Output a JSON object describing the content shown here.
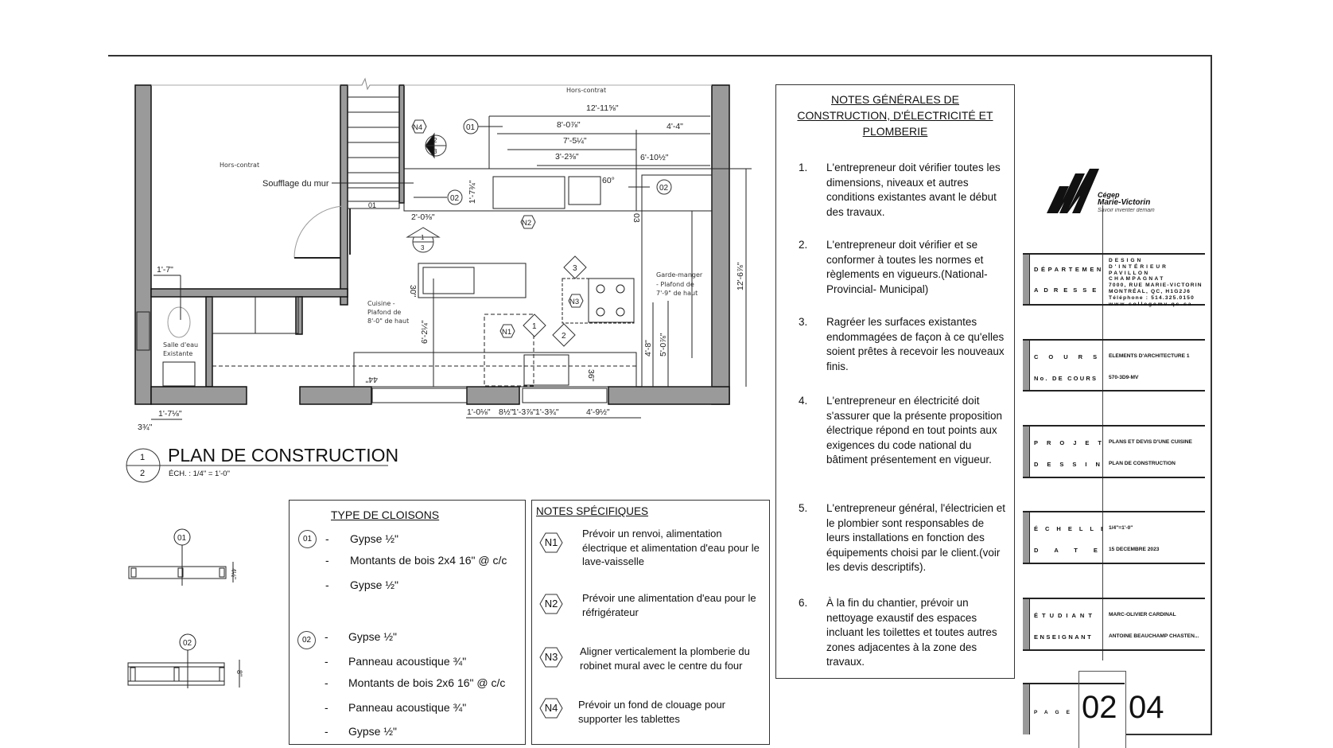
{
  "view_title": {
    "title": "PLAN DE CONSTRUCTION",
    "scale": "ÉCH. : 1/4\" = 1'-0\"",
    "detail_number": "1",
    "sheet_number": "2"
  },
  "plan": {
    "labels": {
      "hors_contrat_left": "Hors-contrat",
      "hors_contrat_top": "Hors-contrat",
      "soufflage": "Soufflage du mur",
      "salle_eau_1": "Salle d'eau",
      "salle_eau_2": "Existante",
      "cuisine_1": "Cuisine -",
      "cuisine_2": "Plafond de",
      "cuisine_3": "8'-0\" de haut",
      "garde_1": "Garde-manger",
      "garde_2": "- Plafond de",
      "garde_3": "7'-9\" de haut"
    },
    "dimensions": {
      "d_12_11": "12'-11⅝\"",
      "d_8_0": "8'-0⅞\"",
      "d_4_4": "4'-4\"",
      "d_7_5": "7'-5¼\"",
      "d_3_2": "3'-2⅜\"",
      "d_6_10": "6'-10½\"",
      "d_60": "60°",
      "d_2_0": "2'-0⅜\"",
      "d_1_7_34": "1'-7¾\"",
      "d_1_7": "1'-7\"",
      "d_30": "30\"",
      "d_6_2": "6'-2¼\"",
      "d_12_6": "12'-6⅞\"",
      "d_4_8": "4'-8\"",
      "d_5_0": "5'-0⅞\"",
      "d_36": "36\"",
      "d_44": "44\"",
      "d_1_7_18": "1'-7⅛\"",
      "d_3_34": "3¾\"",
      "d_1_0": "1'-0⅛\"",
      "d_8_12": "8½\"",
      "d_1_3_78": "1'-3⅞\"",
      "d_1_3_34": "1'-3¾\"",
      "d_4_9": "4'-9½\"",
      "d_03": "03"
    },
    "tags": {
      "wall_01": "01",
      "wall_02": "02",
      "n1": "N1",
      "n2": "N2",
      "n3": "N3",
      "n4": "N4",
      "elev_1": "1",
      "elev_2": "2",
      "elev_3": "3",
      "sect_a_top": "2",
      "sect_a_bot": "3",
      "sect_b_top": "1",
      "sect_b_bot": "3"
    }
  },
  "wall_details": [
    {
      "tag": "01",
      "dim": "4½\""
    },
    {
      "tag": "02",
      "dim": "8\""
    }
  ],
  "partitions": {
    "title": "TYPE DE CLOISONS",
    "types": [
      {
        "tag": "01",
        "layers": [
          "Gypse ½\"",
          "Montants de bois 2x4 16\" @ c/c",
          "Gypse ½\""
        ]
      },
      {
        "tag": "02",
        "layers": [
          "Gypse ½\"",
          "Panneau acoustique ¾\"",
          "Montants de bois 2x6 16\" @ c/c",
          "Panneau acoustique ¾\"",
          "Gypse ½\""
        ]
      }
    ],
    "dash": "-"
  },
  "specific_notes": {
    "title": "NOTES SPÉCIFIQUES",
    "items": [
      {
        "tag": "N1",
        "text": "Prévoir un renvoi, alimentation électrique et alimentation d'eau pour le lave-vaisselle"
      },
      {
        "tag": "N2",
        "text": "Prévoir une alimentation d'eau pour le réfrigérateur"
      },
      {
        "tag": "N3",
        "text": "Aligner verticalement la plomberie du robinet mural avec le centre du four"
      },
      {
        "tag": "N4",
        "text": "Prévoir un fond de clouage pour supporter les tablettes"
      }
    ]
  },
  "general_notes": {
    "title": "NOTES GÉNÉRALES DE CONSTRUCTION, D'ÉLECTRICITÉ ET PLOMBERIE",
    "items": [
      {
        "num": "1.",
        "text": "L'entrepreneur doit vérifier toutes les dimensions, niveaux et autres conditions existantes avant le début des travaux."
      },
      {
        "num": "2.",
        "text": "L'entrepreneur doit vérifier et se conformer à toutes les normes et règlements en vigueurs.(National-Provincial- Municipal)"
      },
      {
        "num": "3.",
        "text": "Ragréer les surfaces existantes endommagées de façon à ce qu'elles soient prêtes à recevoir les nouveaux finis."
      },
      {
        "num": "4.",
        "text": "L'entrepreneur en électricité doit s'assurer que la présente proposition électrique répond en tout points aux exigences du code national du bâtiment présentement en vigueur."
      },
      {
        "num": "5.",
        "text": "L'entrepreneur général, l'électricien et le plombier sont responsables de leurs installations en fonction des équipements choisi par le client.(voir les devis descriptifs)."
      },
      {
        "num": "6.",
        "text": "À la fin du chantier, prévoir un nettoyage exaustif des espaces incluant les toilettes et toutes autres zones adjacentes à la zone des travaux."
      }
    ]
  },
  "title_block": {
    "logo": {
      "line1": "Cégep",
      "line2": "Marie-Victorin",
      "tagline": "Savoir inventer demain"
    },
    "departement_label": "DÉPARTEMENT",
    "adresse_label": "ADRESSE",
    "departement_value": "DESIGN D'INTÉRIEUR",
    "address_lines": [
      "PAVILLON CHAMPAGNAT",
      "7000, RUE MARIE-VICTORIN",
      "MONTRÉAL, QC, H1G2J6",
      "Téléphone : 514.325.0150",
      "www.collegemv.qc.ca"
    ],
    "cours_label": "COURS",
    "cours_value": "ÉLÉMENTS D'ARCHITECTURE 1",
    "no_cours_label": "No. DE COURS",
    "no_cours_value": "570-3D9-MV",
    "projet_label": "PROJET",
    "projet_value": "PLANS ET DEVIS D'UNE CUISINE",
    "dessin_label": "DESSIN",
    "dessin_value": "PLAN DE CONSTRUCTION",
    "echelle_label": "ÉCHELLE",
    "echelle_value": "1/4\"=1'-0\"",
    "date_label": "DATE",
    "date_value": "15 DÉCEMBRE 2023",
    "etudiant_label": "ÉTUDIANT",
    "etudiant_value": "MARC-OLIVIER CARDINAL",
    "enseignant_label": "ENSEIGNANT",
    "enseignant_value": "ANTOINE BEAUCHAMP CHASTEN...",
    "page_label": "PAGE",
    "page_current": "02",
    "page_total": "04"
  }
}
